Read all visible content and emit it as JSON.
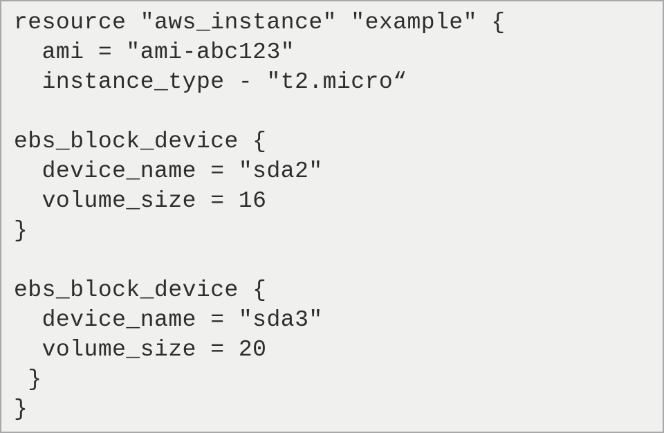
{
  "panel": {
    "background_color": "#f0f0ee",
    "border_color": "#a8a8a8",
    "text_color": "#2d2d2d"
  },
  "code": {
    "language": "terraform",
    "lines": [
      "resource \"aws_instance\" \"example\" {",
      "  ami = \"ami-abc123\"",
      "  instance_type - \"t2.micro“",
      "",
      "ebs_block_device {",
      "  device_name = \"sda2\"",
      "  volume_size = 16",
      "}",
      "",
      "ebs_block_device {",
      "  device_name = \"sda3\"",
      "  volume_size = 20",
      " }",
      "}"
    ]
  }
}
